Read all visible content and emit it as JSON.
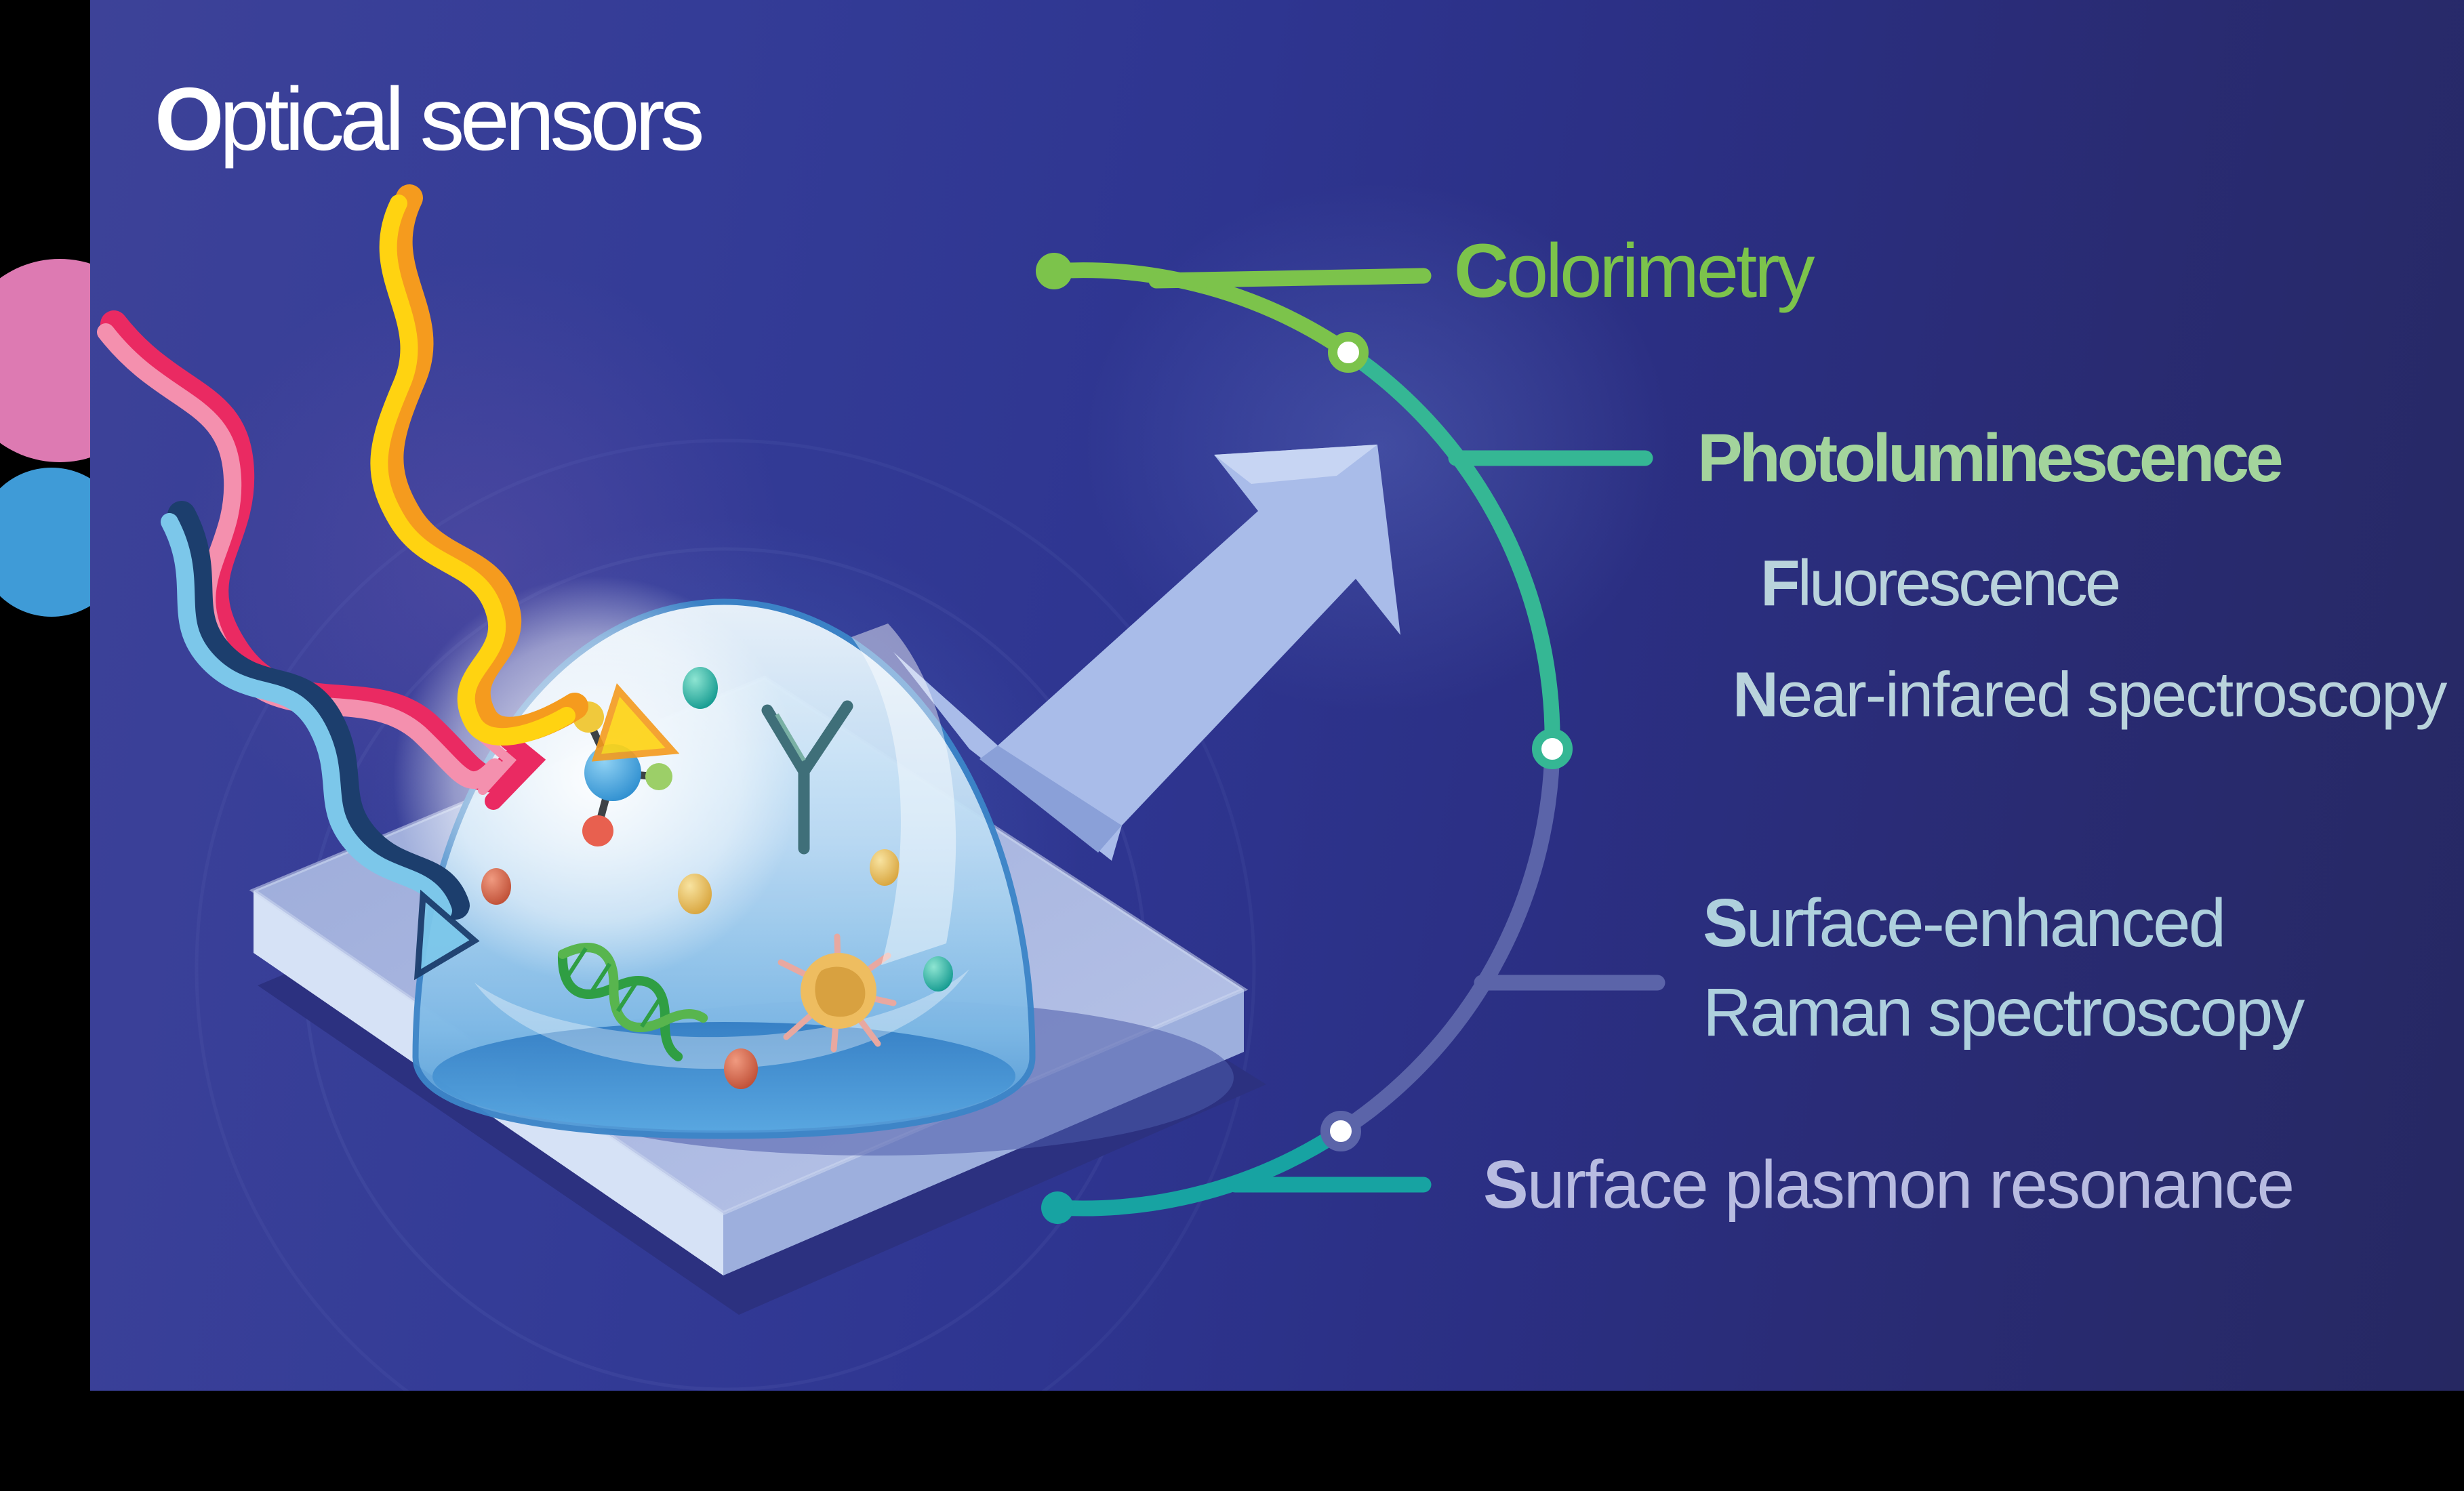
{
  "title": {
    "lead": "O",
    "rest": "ptical sensors"
  },
  "labels": {
    "colorimetry": {
      "lead": "C",
      "rest": "olorimetry"
    },
    "photoluminescence": {
      "lead": "P",
      "rest": "hotoluminescence"
    },
    "fluorescence": {
      "lead": "F",
      "rest": "luorescence"
    },
    "near_infrared": {
      "lead": "N",
      "rest": "ear-infared spectroscopy"
    },
    "sers_line1": {
      "lead": "S",
      "rest": "urface-enhanced"
    },
    "sers_line2": {
      "text": "Raman spectroscopy"
    },
    "spr": {
      "lead": "S",
      "rest": "urface plasmon resonance"
    }
  },
  "colors": {
    "green": "#7cc34b",
    "palegreen": "#a3d49c",
    "teal": "#35b794",
    "teal2": "#17a3a2",
    "periwinkle": "#5b64a9",
    "paleblue": "#b9d3dc",
    "paleblue2": "#aed0dd",
    "lavender": "#b8bce1",
    "blob-pink": "#dd7ab2",
    "blob-blue": "#3f9bd7",
    "wave-red": "#ea2a62",
    "wave-pink": "#f490ae",
    "wave-yellow": "#ffd311",
    "wave-orange": "#f59b1e",
    "wave-lightblue": "#7cc7ea",
    "wave-navy": "#1c3e6d",
    "arrow-body": "#a9bce9",
    "panel-left": "#3d4298",
    "panel-right": "#262862"
  }
}
